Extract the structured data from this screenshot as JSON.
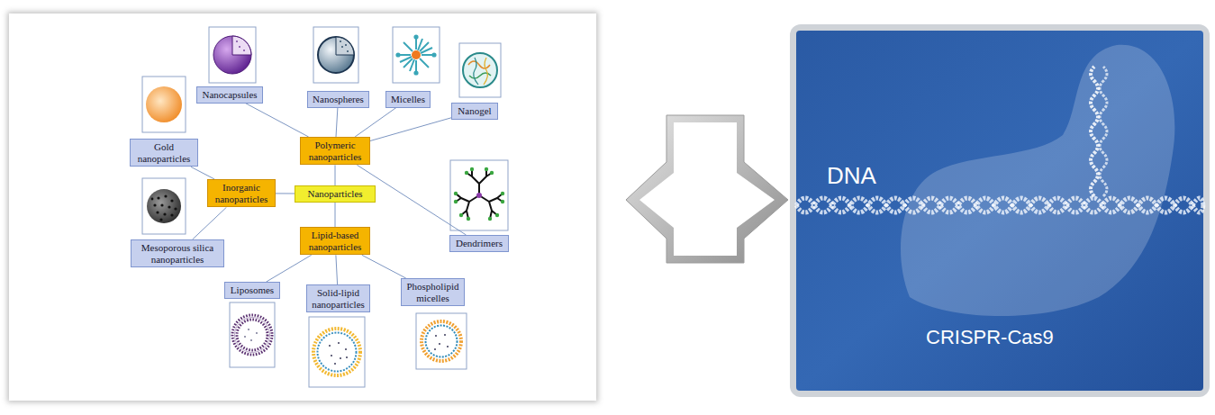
{
  "diagram": {
    "nodes": [
      {
        "text": [
          "Nanocapsules"
        ]
      },
      {
        "text": [
          "Nanospheres"
        ]
      },
      {
        "text": [
          "Micelles"
        ]
      },
      {
        "text": [
          "Nanogel"
        ]
      },
      {
        "text": [
          "Gold nanoparticles"
        ]
      },
      {
        "text": [
          "Polymeric nanoparticles"
        ]
      },
      {
        "text": [
          "Inorganic nanoparticles"
        ]
      },
      {
        "text": [
          "Nanoparticles"
        ]
      },
      {
        "text": [
          "Mesoporous silica nanoparticles"
        ]
      },
      {
        "text": [
          "Dendrimers"
        ]
      },
      {
        "text": [
          "Lipid-based nanoparticles"
        ]
      },
      {
        "text": [
          "Liposomes"
        ]
      },
      {
        "text": [
          "Solid-lipid nanoparticles"
        ]
      },
      {
        "text": [
          "Phospholipid micelles"
        ]
      }
    ],
    "edges": [
      {
        "from": 7,
        "to": 5,
        "arrow": "none"
      },
      {
        "from": 7,
        "to": 6,
        "arrow": "none"
      },
      {
        "from": 7,
        "to": 10,
        "arrow": "none"
      },
      {
        "from": 5,
        "to": 0,
        "arrow": "none"
      },
      {
        "from": 5,
        "to": 1,
        "arrow": "none"
      },
      {
        "from": 5,
        "to": 2,
        "arrow": "none"
      },
      {
        "from": 5,
        "to": 3,
        "arrow": "none"
      },
      {
        "from": 5,
        "to": 9,
        "arrow": "none"
      },
      {
        "from": 6,
        "to": 4,
        "arrow": "none"
      },
      {
        "from": 6,
        "to": 8,
        "arrow": "none"
      },
      {
        "from": 10,
        "to": 11,
        "arrow": "none"
      },
      {
        "from": 10,
        "to": 12,
        "arrow": "none"
      },
      {
        "from": 10,
        "to": 13,
        "arrow": "none"
      }
    ],
    "labels": [
      "DNA",
      "CRISPR-Cas9"
    ]
  }
}
